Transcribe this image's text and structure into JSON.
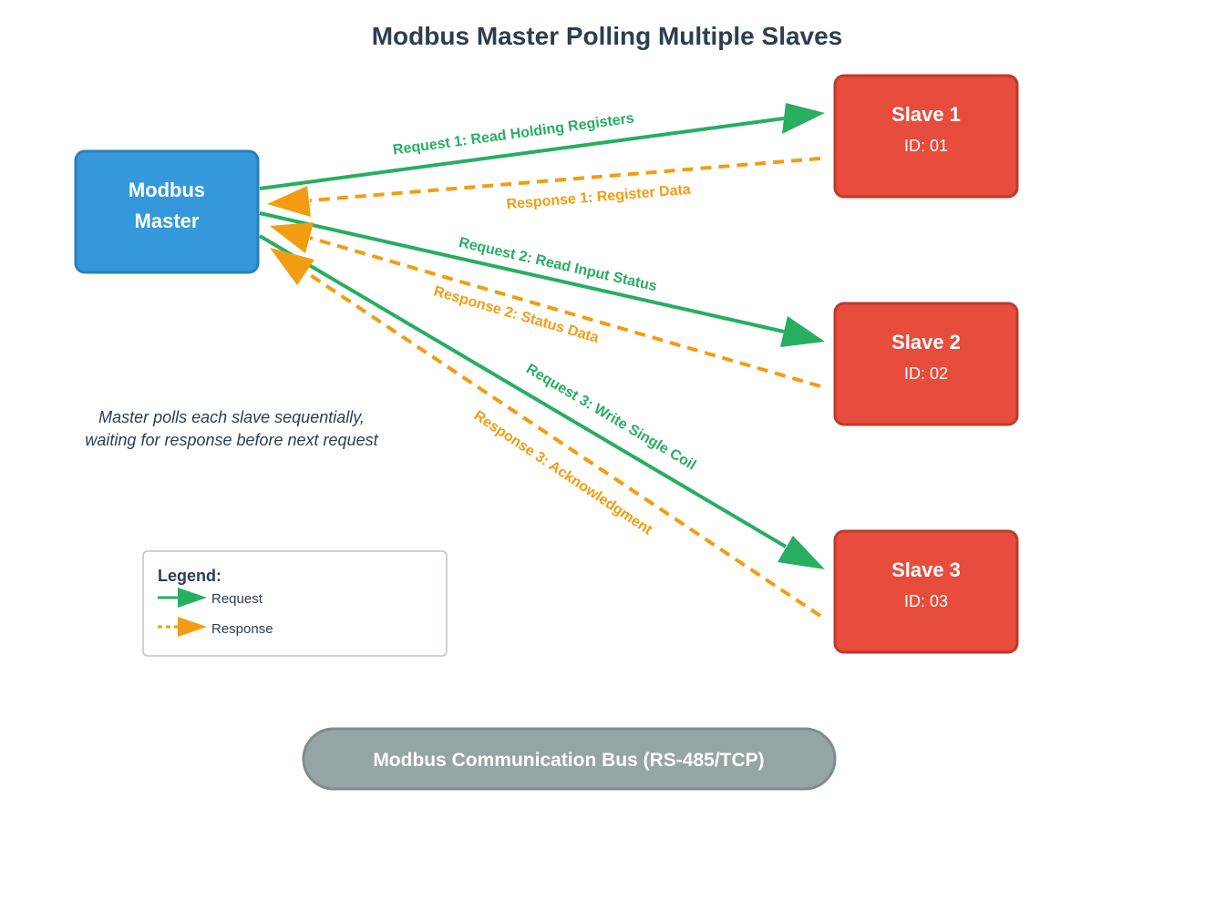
{
  "title": "Modbus Master Polling Multiple Slaves",
  "colors": {
    "master_fill": "#3498db",
    "master_stroke": "#2980b9",
    "slave_fill": "#e74c3c",
    "slave_stroke": "#c0392b",
    "request": "#27ae60",
    "response": "#f39c12",
    "bus_fill": "#95a5a6",
    "bus_stroke": "#7f8c8d",
    "text_dark": "#2c3e50"
  },
  "master": {
    "line1": "Modbus",
    "line2": "Master"
  },
  "slaves": [
    {
      "name": "Slave 1",
      "id": "ID: 01"
    },
    {
      "name": "Slave 2",
      "id": "ID: 02"
    },
    {
      "name": "Slave 3",
      "id": "ID: 03"
    }
  ],
  "requests": [
    "Request 1: Read Holding Registers",
    "Request 2: Read Input Status",
    "Request 3: Write Single Coil"
  ],
  "responses": [
    "Response 1: Register Data",
    "Response 2: Status Data",
    "Response 3: Acknowledgment"
  ],
  "note": {
    "line1": "Master polls each slave sequentially,",
    "line2": "waiting for response before next request"
  },
  "legend": {
    "title": "Legend:",
    "request_label": "Request",
    "response_label": "Response"
  },
  "bus": {
    "label": "Modbus Communication Bus (RS-485/TCP)"
  }
}
